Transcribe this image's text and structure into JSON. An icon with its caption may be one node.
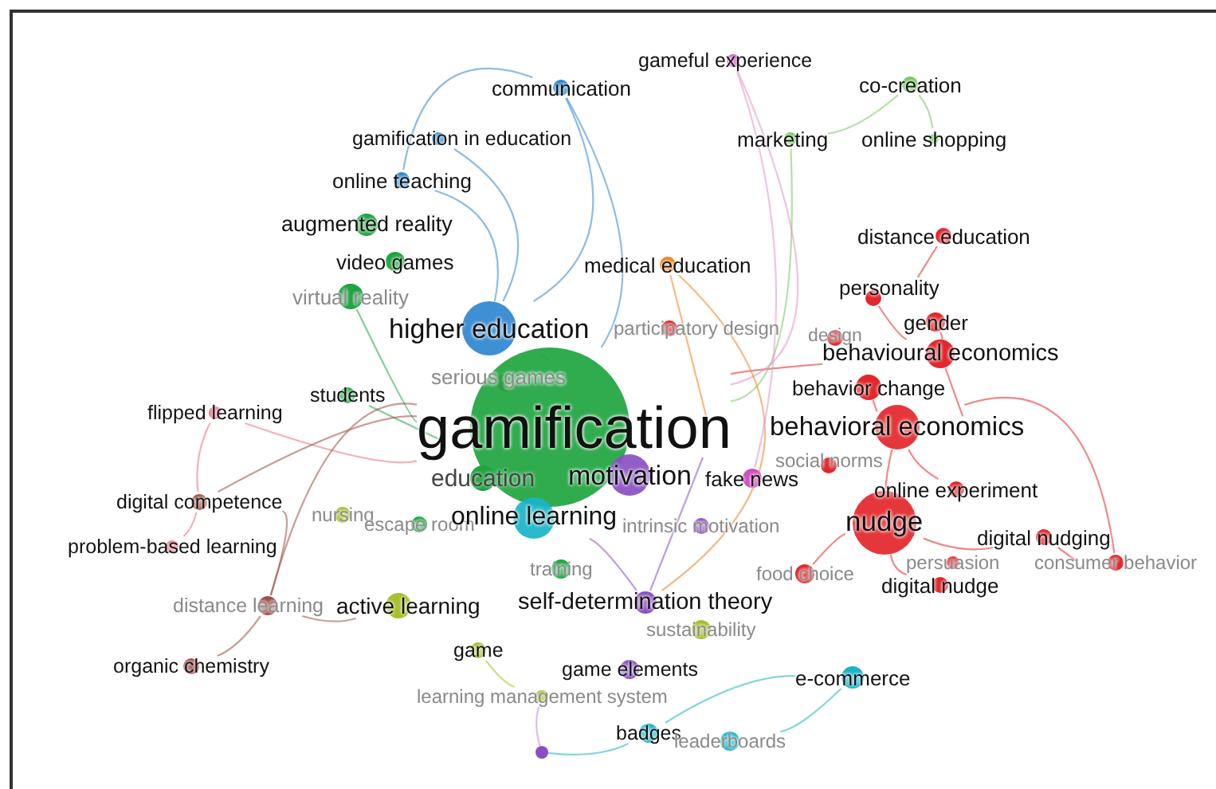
{
  "diagram": {
    "nodes": [
      {
        "text": [
          "gameful experience"
        ]
      },
      {
        "text": [
          "communication"
        ]
      },
      {
        "text": [
          "co-creation"
        ]
      },
      {
        "text": [
          "marketing"
        ]
      },
      {
        "text": [
          "online shopping"
        ]
      },
      {
        "text": [
          "gamification in education"
        ]
      },
      {
        "text": [
          "online teaching"
        ]
      },
      {
        "text": [
          "augmented reality"
        ]
      },
      {
        "text": [
          "video games"
        ]
      },
      {
        "text": [
          "medical education"
        ]
      },
      {
        "text": [
          "distance education"
        ]
      },
      {
        "text": [
          "virtual reality"
        ]
      },
      {
        "text": [
          "personality"
        ]
      },
      {
        "text": [
          "higher education"
        ]
      },
      {
        "text": [
          "participatory design"
        ]
      },
      {
        "text": [
          "design"
        ]
      },
      {
        "text": [
          "gender"
        ]
      },
      {
        "text": [
          "behavioural economics"
        ]
      },
      {
        "text": [
          "serious games"
        ]
      },
      {
        "text": [
          "students"
        ]
      },
      {
        "text": [
          "behavior change"
        ]
      },
      {
        "text": [
          "gamification"
        ]
      },
      {
        "text": [
          "behavioral economics"
        ]
      },
      {
        "text": [
          "flipped learning"
        ]
      },
      {
        "text": [
          "education"
        ]
      },
      {
        "text": [
          "motivation"
        ]
      },
      {
        "text": [
          "fake news"
        ]
      },
      {
        "text": [
          "social norms"
        ]
      },
      {
        "text": [
          "online experiment"
        ]
      },
      {
        "text": [
          "digital competence"
        ]
      },
      {
        "text": [
          "nursing"
        ]
      },
      {
        "text": [
          "escape room"
        ]
      },
      {
        "text": [
          "online learning"
        ]
      },
      {
        "text": [
          "intrinsic motivation"
        ]
      },
      {
        "text": [
          "nudge"
        ]
      },
      {
        "text": [
          "digital nudging"
        ]
      },
      {
        "text": [
          "problem-based learning"
        ]
      },
      {
        "text": [
          "training"
        ]
      },
      {
        "text": [
          "persuasion"
        ]
      },
      {
        "text": [
          "consumer behavior"
        ]
      },
      {
        "text": [
          "food choice"
        ]
      },
      {
        "text": [
          "digital nudge"
        ]
      },
      {
        "text": [
          "distance learning"
        ]
      },
      {
        "text": [
          "active learning"
        ]
      },
      {
        "text": [
          "self-determination theory"
        ]
      },
      {
        "text": [
          "sustainability"
        ]
      },
      {
        "text": [
          "organic chemistry"
        ]
      },
      {
        "text": [
          "game"
        ]
      },
      {
        "text": [
          "game elements"
        ]
      },
      {
        "text": [
          "e-commerce"
        ]
      },
      {
        "text": [
          "learning management system"
        ]
      },
      {
        "text": [
          "badges"
        ]
      },
      {
        "text": [
          "leaderboards"
        ]
      },
      {
        "text": [],
        "shape": "circle"
      }
    ],
    "edges": [
      {
        "from": 21,
        "to": 13,
        "arrow": "none",
        "color": "#1ea540"
      },
      {
        "from": 21,
        "to": 11,
        "arrow": "none",
        "color": "#1ea540"
      },
      {
        "from": 21,
        "to": 19,
        "arrow": "none",
        "color": "#1ea540"
      },
      {
        "from": 21,
        "to": 23,
        "arrow": "none",
        "color": "#ec6b80"
      },
      {
        "from": 21,
        "to": 29,
        "arrow": "none",
        "color": "#9c4c3e"
      },
      {
        "from": 21,
        "to": 42,
        "arrow": "none",
        "color": "#9c4c3e"
      },
      {
        "from": 21,
        "to": 17,
        "arrow": "none",
        "color": "#e3262a"
      },
      {
        "from": 21,
        "to": 9,
        "arrow": "none",
        "color": "#ef8020"
      },
      {
        "from": 21,
        "to": 3,
        "arrow": "none",
        "color": "#72c95a"
      },
      {
        "from": 21,
        "to": 1,
        "arrow": "none",
        "color": "#2f86d0"
      },
      {
        "from": 21,
        "to": 0,
        "arrow": "none",
        "color": "#e88fc8"
      },
      {
        "from": 21,
        "to": 44,
        "arrow": "none",
        "color": "#8a4fc3"
      },
      {
        "from": 22,
        "to": 34,
        "arrow": "none",
        "color": "#e3262a"
      },
      {
        "from": 22,
        "to": 17,
        "arrow": "none",
        "color": "#e3262a"
      },
      {
        "from": 17,
        "to": 16,
        "arrow": "none",
        "color": "#e3262a"
      },
      {
        "from": 17,
        "to": 12,
        "arrow": "none",
        "color": "#e3262a"
      },
      {
        "from": 12,
        "to": 10,
        "arrow": "none",
        "color": "#e3262a"
      },
      {
        "from": 34,
        "to": 41,
        "arrow": "none",
        "color": "#e3262a"
      },
      {
        "from": 34,
        "to": 35,
        "arrow": "none",
        "color": "#e3262a"
      },
      {
        "from": 35,
        "to": 39,
        "arrow": "none",
        "color": "#e3262a"
      },
      {
        "from": 22,
        "to": 28,
        "arrow": "none",
        "color": "#e3262a"
      },
      {
        "from": 34,
        "to": 40,
        "arrow": "none",
        "color": "#e3262a"
      },
      {
        "from": 20,
        "to": 22,
        "arrow": "none",
        "color": "#e3262a"
      },
      {
        "from": 22,
        "to": 39,
        "arrow": "none",
        "color": "#e3262a"
      },
      {
        "from": 1,
        "to": 13,
        "arrow": "none",
        "color": "#2f86d0"
      },
      {
        "from": 5,
        "to": 13,
        "arrow": "none",
        "color": "#2f86d0"
      },
      {
        "from": 6,
        "to": 13,
        "arrow": "none",
        "color": "#2f86d0"
      },
      {
        "from": 1,
        "to": 6,
        "arrow": "none",
        "color": "#2f86d0"
      },
      {
        "from": 3,
        "to": 2,
        "arrow": "none",
        "color": "#72c95a"
      },
      {
        "from": 4,
        "to": 2,
        "arrow": "none",
        "color": "#72c95a"
      },
      {
        "from": 29,
        "to": 42,
        "arrow": "none",
        "color": "#9c4c3e"
      },
      {
        "from": 46,
        "to": 42,
        "arrow": "none",
        "color": "#9c4c3e"
      },
      {
        "from": 42,
        "to": 43,
        "arrow": "none",
        "color": "#9c4c3e"
      },
      {
        "from": 23,
        "to": 29,
        "arrow": "none",
        "color": "#ec6b80"
      },
      {
        "from": 36,
        "to": 29,
        "arrow": "none",
        "color": "#ec6b80"
      },
      {
        "from": 53,
        "to": 51,
        "arrow": "none",
        "color": "#18b4c8"
      },
      {
        "from": 51,
        "to": 49,
        "arrow": "none",
        "color": "#18b4c8"
      },
      {
        "from": 52,
        "to": 49,
        "arrow": "none",
        "color": "#18b4c8"
      },
      {
        "from": 9,
        "to": 44,
        "arrow": "none",
        "color": "#ef8020"
      },
      {
        "from": 44,
        "to": 32,
        "arrow": "none",
        "color": "#8a4fc3"
      },
      {
        "from": 0,
        "to": 26,
        "arrow": "none",
        "color": "#e88fc8"
      },
      {
        "from": 47,
        "to": 50,
        "arrow": "none",
        "color": "#a8bf2d"
      },
      {
        "from": 50,
        "to": 53,
        "arrow": "none",
        "color": "#b98ae0"
      }
    ]
  }
}
